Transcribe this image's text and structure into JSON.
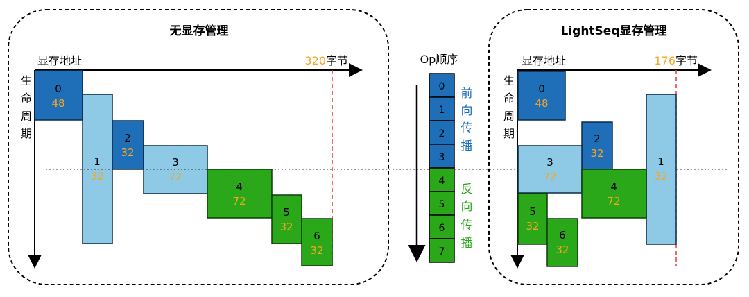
{
  "left_panel": {
    "title": "无显存管理",
    "x_axis_label": "显存地址",
    "total_value": "320",
    "total_unit": "字节",
    "y_axis_label": [
      "生",
      "命",
      "周",
      "期"
    ],
    "blocks": [
      {
        "id": "0",
        "size": "48"
      },
      {
        "id": "1",
        "size": "32"
      },
      {
        "id": "2",
        "size": "32"
      },
      {
        "id": "3",
        "size": "72"
      },
      {
        "id": "4",
        "size": "72"
      },
      {
        "id": "5",
        "size": "32"
      },
      {
        "id": "6",
        "size": "32"
      }
    ]
  },
  "right_panel": {
    "title": "LightSeq显存管理",
    "x_axis_label": "显存地址",
    "total_value": "176",
    "total_unit": "字节",
    "y_axis_label": [
      "生",
      "命",
      "周",
      "期"
    ],
    "blocks": [
      {
        "id": "0",
        "size": "48"
      },
      {
        "id": "1",
        "size": "32"
      },
      {
        "id": "2",
        "size": "32"
      },
      {
        "id": "3",
        "size": "72"
      },
      {
        "id": "4",
        "size": "72"
      },
      {
        "id": "5",
        "size": "32"
      },
      {
        "id": "6",
        "size": "32"
      }
    ]
  },
  "op_order": {
    "title": "Op顺序",
    "ops": [
      "0",
      "1",
      "2",
      "3",
      "4",
      "5",
      "6",
      "7"
    ],
    "forward_label": [
      "前",
      "向",
      "传",
      "播"
    ],
    "backward_label": [
      "反",
      "向",
      "传",
      "播"
    ]
  },
  "colors": {
    "dark_blue": "#1f6fb8",
    "light_blue": "#8ecae6",
    "green": "#2aa81a",
    "orange": "#f5a623",
    "red_dash": "#e23a3a"
  }
}
